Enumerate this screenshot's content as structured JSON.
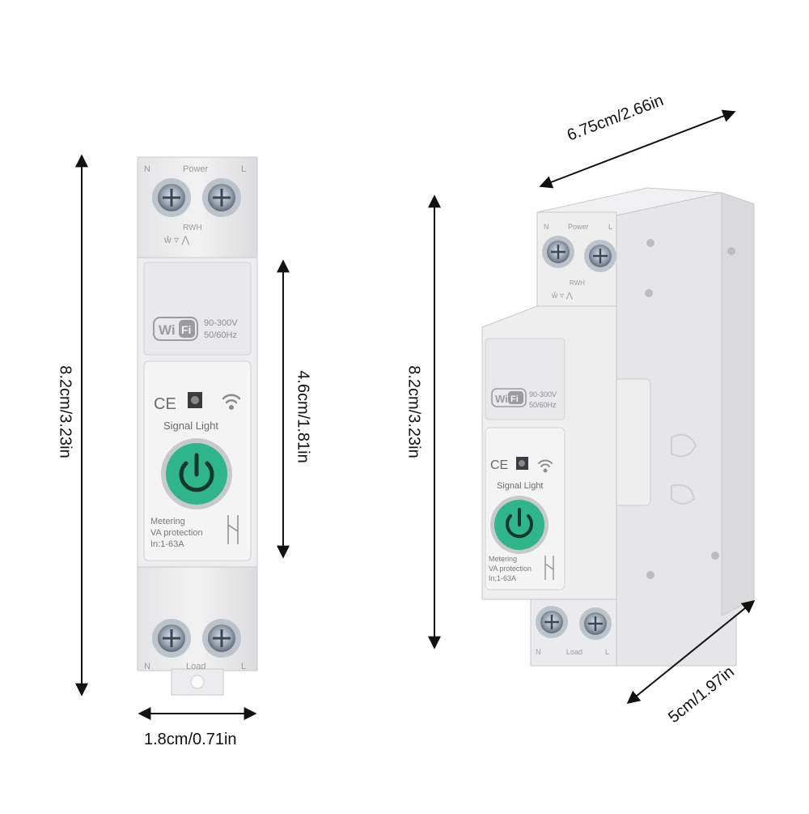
{
  "dimensions": {
    "front_height": "8.2cm/3.23in",
    "front_panel_height": "4.6cm/1.81in",
    "front_width": "1.8cm/0.71in",
    "side_height": "8.2cm/3.23in",
    "side_depth": "6.75cm/2.66in",
    "side_width": "5cm/1.97in"
  },
  "device": {
    "top_label": "Power",
    "top_left_terminal": "N",
    "top_right_terminal": "L",
    "rs_label": "RWH",
    "wifi_logo_w": "Wi",
    "wifi_logo_fi": "Fi",
    "voltage": "90-300V",
    "frequency": "50/60Hz",
    "ce_mark": "CE",
    "signal_light": "Signal Light",
    "metering": "Metering",
    "va_protection": "VA protection",
    "current_range": "In:1-63A",
    "bottom_label": "Load",
    "bottom_left_terminal": "N",
    "bottom_right_terminal": "L",
    "button_color": "#2fb58a",
    "body_color": "#eeeeef"
  }
}
